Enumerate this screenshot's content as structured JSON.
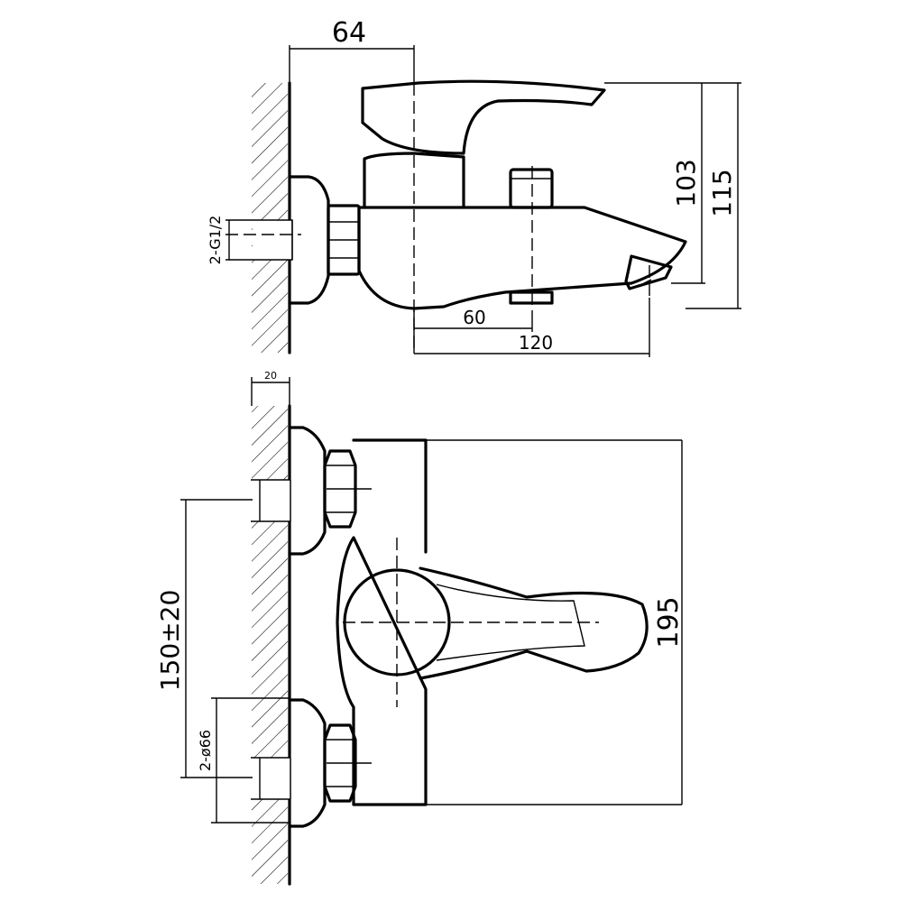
{
  "diagram": {
    "dimensions": {
      "offset_64": "64",
      "height_103": "103",
      "height_115": "115",
      "thread_g12": "2-G1/2",
      "spout_60": "60",
      "depth_120": "120",
      "wall_20": "20",
      "spacing_150": "150±20",
      "flange_66": "2-ø66",
      "width_195": "195"
    }
  }
}
